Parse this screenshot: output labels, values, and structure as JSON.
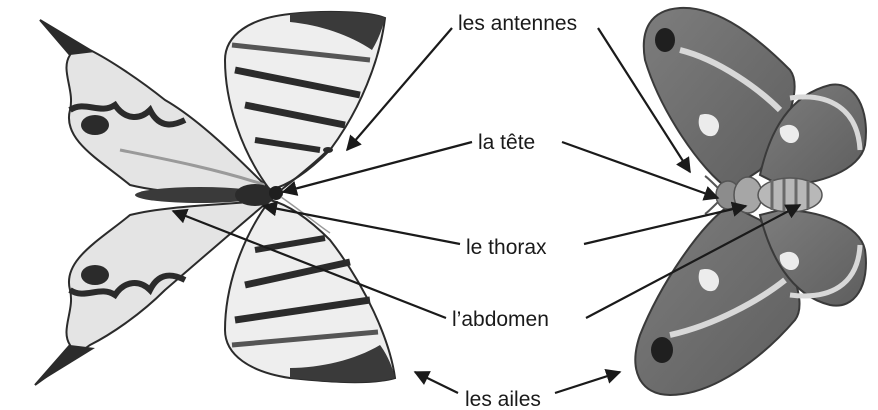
{
  "labels": {
    "antennae": "les antennes",
    "head": "la tête",
    "thorax": "le thorax",
    "abdomen": "l’abdomen",
    "wings": "les ailes"
  },
  "colors": {
    "ink": "#1a1a1a",
    "wing_light": "#e9e9e9",
    "wing_mid": "#8a8a8a",
    "wing_dark": "#2b2b2b",
    "moth_body": "#9a9a9a",
    "moth_band": "#d8d8d8"
  }
}
